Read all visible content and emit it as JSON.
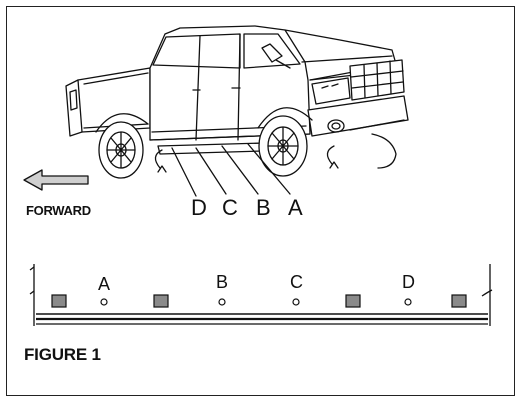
{
  "forward_label": "FORWARD",
  "position_labels": [
    "D",
    "C",
    "B",
    "A"
  ],
  "strip_labels": [
    "A",
    "B",
    "C",
    "D"
  ],
  "figure_caption": "FIGURE 1",
  "colors": {
    "ink": "#111111",
    "arrow_fill": "#cfcfcf",
    "pad_fill": "#8a8a8a",
    "background": "#ffffff"
  }
}
